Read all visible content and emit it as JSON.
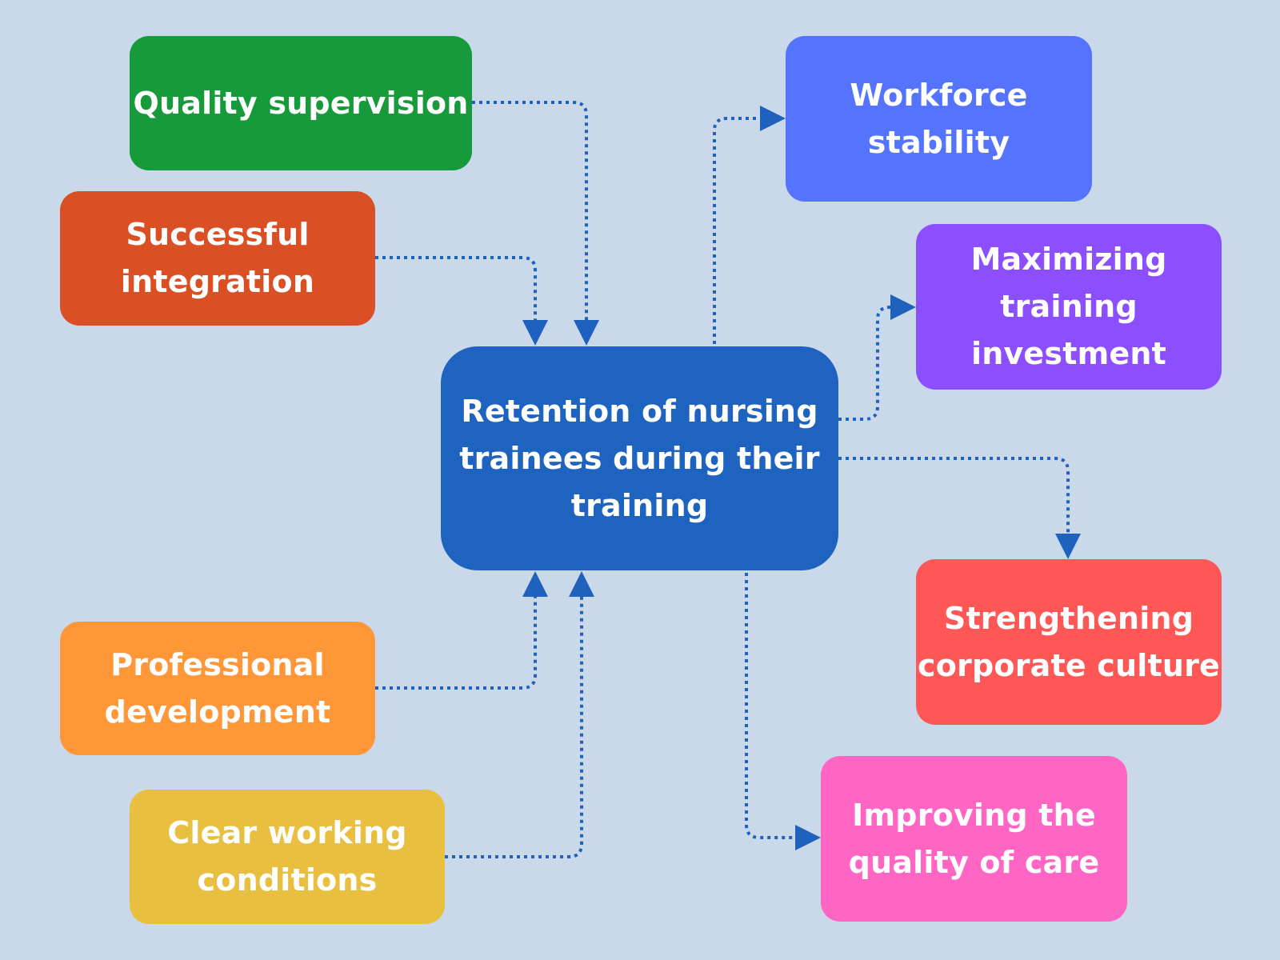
{
  "diagram": {
    "background": "#c9d9ea",
    "connector_color": "#1f62bd",
    "connector_style": "dotted",
    "center": {
      "label": "Retention of nursing\ntrainees during their\ntraining",
      "color": "#1e63bf"
    },
    "causes": [
      {
        "id": "quality",
        "label": "Quality supervision",
        "color": "#179a3a"
      },
      {
        "id": "integration",
        "label": "Successful\nintegration",
        "color": "#da4f24"
      },
      {
        "id": "profdev",
        "label": "Professional\ndevelopment",
        "color": "#ff9638"
      },
      {
        "id": "conditions",
        "label": "Clear working\nconditions",
        "color": "#e8bf3e"
      }
    ],
    "effects": [
      {
        "id": "workforce",
        "label": "Workforce\nstability",
        "color": "#5473ff"
      },
      {
        "id": "investment",
        "label": "Maximizing\ntraining\ninvestment",
        "color": "#8c4fff"
      },
      {
        "id": "culture",
        "label": "Strengthening\ncorporate culture",
        "color": "#ff5656"
      },
      {
        "id": "care",
        "label": "Improving the\nquality of care",
        "color": "#ff66c3"
      }
    ]
  }
}
